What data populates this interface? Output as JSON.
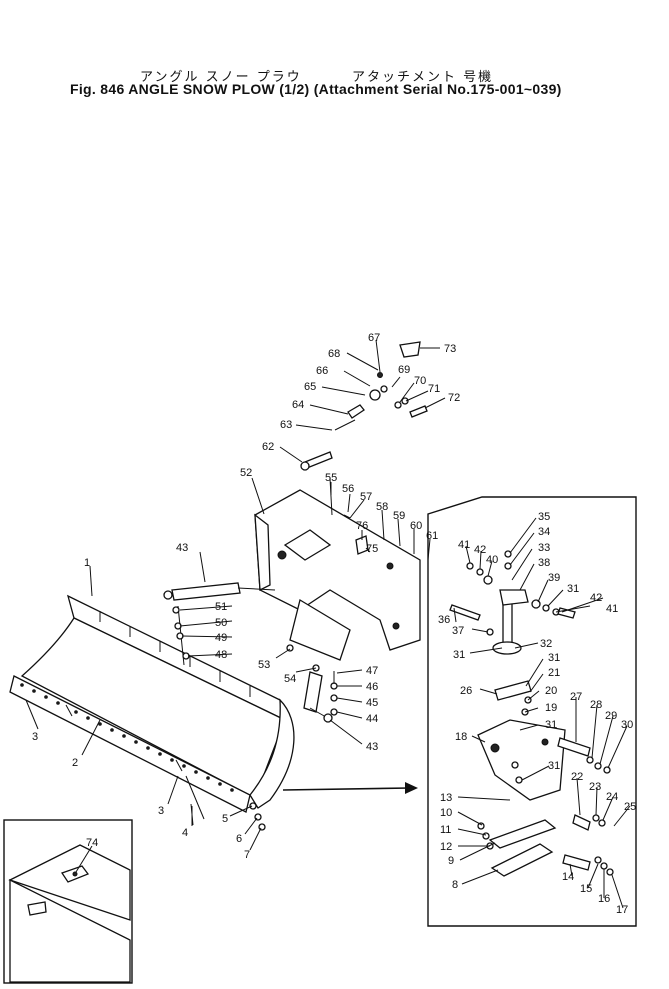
{
  "header": {
    "jp_title": "アングル スノー プラウ",
    "jp_attachment": "アタッチメント 号機",
    "fig_number": "Fig. 846",
    "title": "ANGLE SNOW PLOW (1/2)",
    "serial_note": "(Attachment Serial No.175-001~039)"
  },
  "callouts": {
    "c1": "1",
    "c2": "2",
    "c3a": "3",
    "c3b": "3",
    "c4": "4",
    "c5": "5",
    "c6": "6",
    "c7": "7",
    "c8": "8",
    "c9": "9",
    "c10": "10",
    "c11": "11",
    "c12": "12",
    "c13": "13",
    "c14": "14",
    "c15": "15",
    "c16": "16",
    "c17": "17",
    "c18": "18",
    "c19": "19",
    "c20": "20",
    "c21": "21",
    "c22": "22",
    "c23": "23",
    "c24": "24",
    "c25": "25",
    "c26": "26",
    "c27": "27",
    "c28": "28",
    "c29": "29",
    "c30": "30",
    "c31a": "31",
    "c31b": "31",
    "c31c": "31",
    "c31d": "31",
    "c31e": "31",
    "c32": "32",
    "c33": "33",
    "c34": "34",
    "c35": "35",
    "c36": "36",
    "c37": "37",
    "c38": "38",
    "c39": "39",
    "c40": "40",
    "c41a": "41",
    "c41b": "41",
    "c42a": "42",
    "c42b": "42",
    "c43a": "43",
    "c43b": "43",
    "c44": "44",
    "c45": "45",
    "c46": "46",
    "c47": "47",
    "c48": "48",
    "c49": "49",
    "c50": "50",
    "c51": "51",
    "c52": "52",
    "c53": "53",
    "c54": "54",
    "c55": "55",
    "c56": "56",
    "c57": "57",
    "c58": "58",
    "c59": "59",
    "c60": "60",
    "c61": "61",
    "c62": "62",
    "c63": "63",
    "c64": "64",
    "c65": "65",
    "c66": "66",
    "c67": "67",
    "c68": "68",
    "c69": "69",
    "c70": "70",
    "c71": "71",
    "c72": "72",
    "c73": "73",
    "c74": "74",
    "c75": "75",
    "c76": "76"
  }
}
